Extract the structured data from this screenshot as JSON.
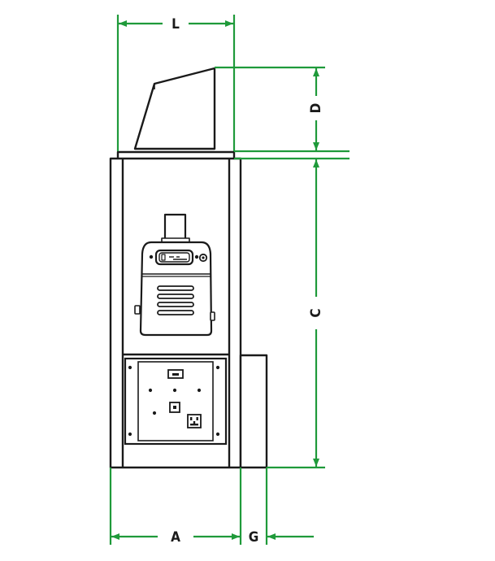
{
  "colors": {
    "dimension": "#1f9a3a",
    "outline": "#1a1a1a",
    "fill": "#ffffff"
  },
  "dimensions": {
    "L": "L",
    "D": "D",
    "C": "C",
    "A": "A",
    "G": "G"
  },
  "icons": {
    "arrow": "filled-triangle-arrowhead",
    "outlet": "electrical-outlet-icon",
    "switch": "switch-icon"
  }
}
